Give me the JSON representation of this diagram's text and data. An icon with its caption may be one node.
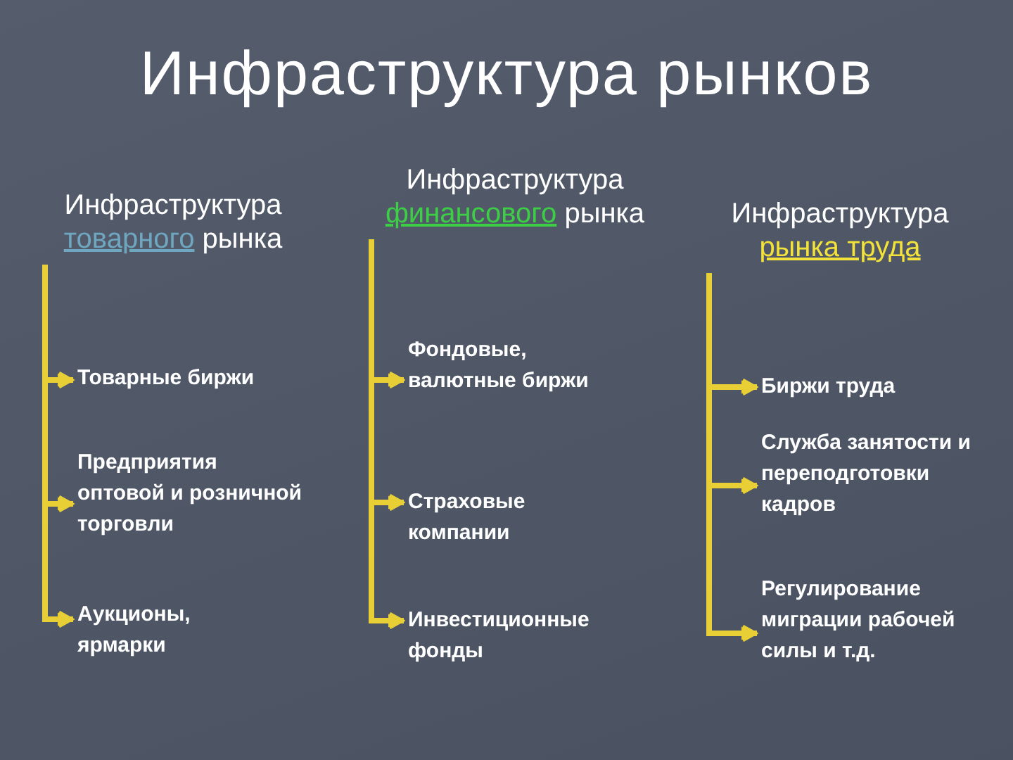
{
  "diagram": {
    "title": "Инфраструктура рынков",
    "nodes": [
      {
        "text": [
          "Инфраструктура",
          "товарного",
          "рынка"
        ]
      },
      {
        "text": [
          "Инфраструктура",
          "финансового",
          "рынка"
        ]
      },
      {
        "text": [
          "Инфраструктура",
          "рынка труда"
        ]
      },
      {
        "text": [
          "Товарные биржи"
        ]
      },
      {
        "text": [
          "Предприятия оптовой и розничной торговли"
        ]
      },
      {
        "text": [
          "Аукционы, ярмарки"
        ]
      },
      {
        "text": [
          "Фондовые, валютные биржи"
        ]
      },
      {
        "text": [
          "Страховые компании"
        ]
      },
      {
        "text": [
          "Инвестиционные фонды"
        ]
      },
      {
        "text": [
          "Биржи труда"
        ]
      },
      {
        "text": [
          "Служба занятости и переподготовки кадров"
        ]
      },
      {
        "text": [
          "Регулирование миграции рабочей силы и т.д."
        ]
      }
    ],
    "edges": [
      {
        "from": 0,
        "to": 3,
        "arrow": "to"
      },
      {
        "from": 0,
        "to": 4,
        "arrow": "to"
      },
      {
        "from": 0,
        "to": 5,
        "arrow": "to"
      },
      {
        "from": 1,
        "to": 6,
        "arrow": "to"
      },
      {
        "from": 1,
        "to": 7,
        "arrow": "to"
      },
      {
        "from": 1,
        "to": 8,
        "arrow": "to"
      },
      {
        "from": 2,
        "to": 9,
        "arrow": "to"
      },
      {
        "from": 2,
        "to": 10,
        "arrow": "to"
      },
      {
        "from": 2,
        "to": 11,
        "arrow": "to"
      }
    ]
  }
}
